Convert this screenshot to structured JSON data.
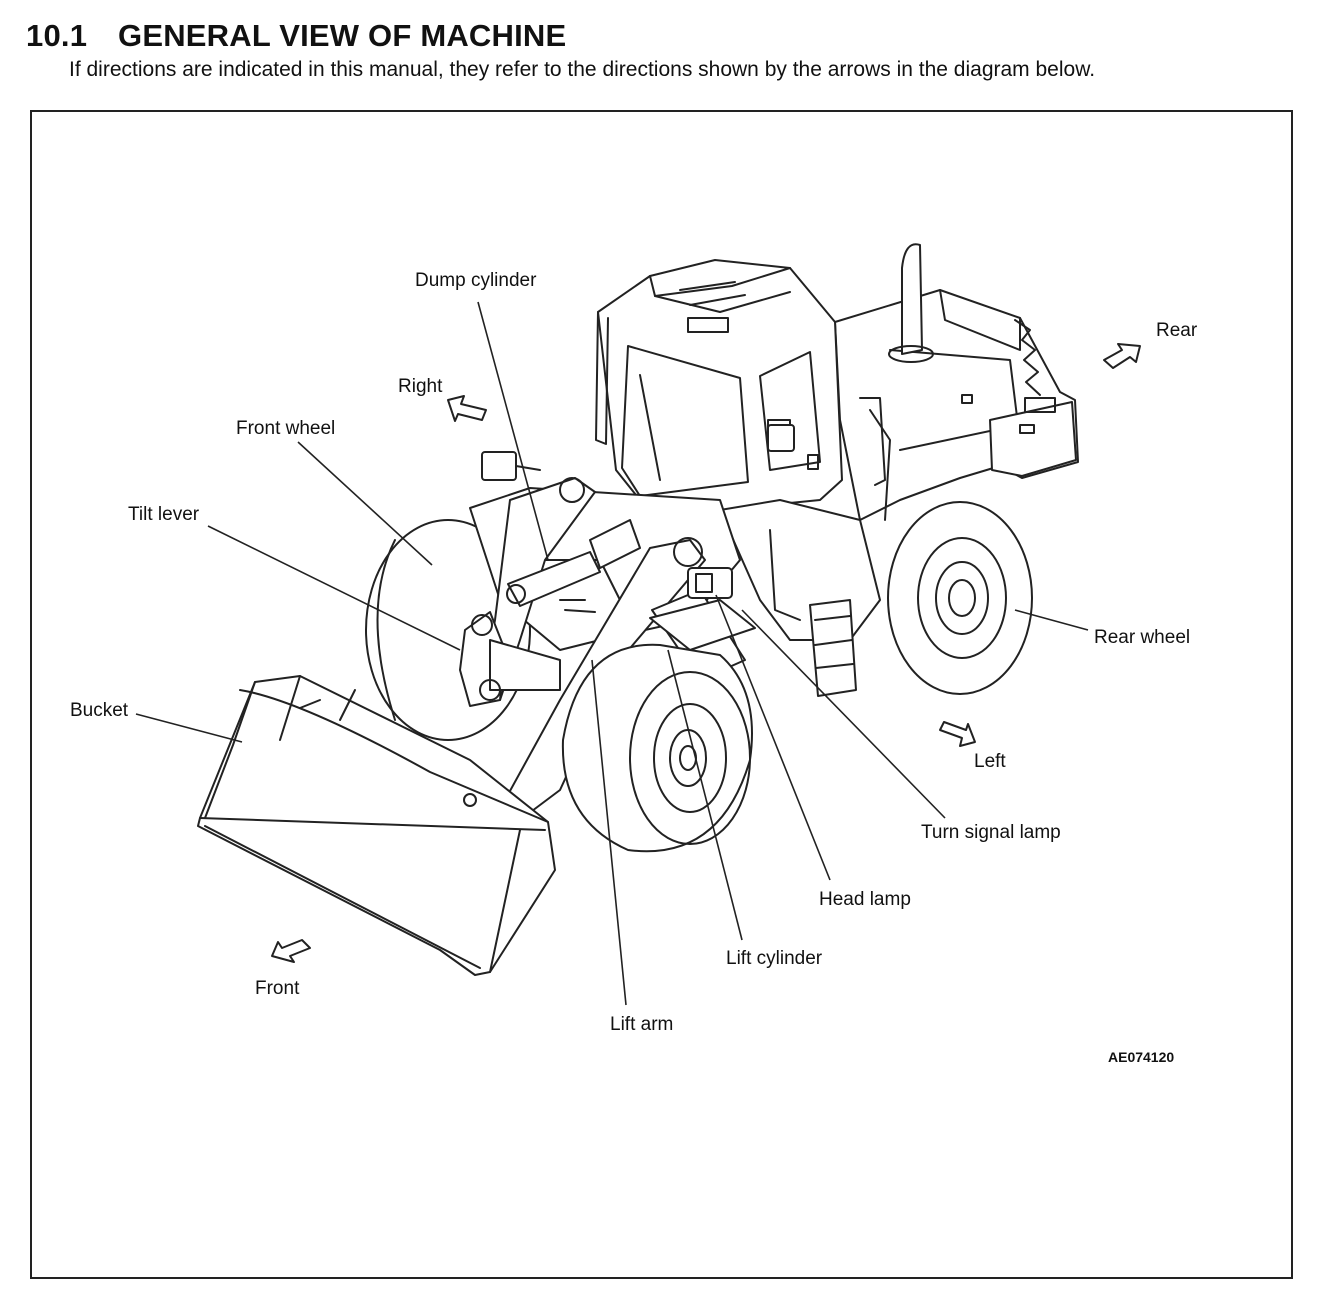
{
  "section": {
    "number": "10.1",
    "title": "GENERAL VIEW OF MACHINE",
    "intro": "If directions are indicated in this manual, they refer to the directions shown by the arrows in the diagram below."
  },
  "labels": {
    "dump_cylinder": "Dump cylinder",
    "right": "Right",
    "front_wheel": "Front wheel",
    "tilt_lever": "Tilt lever",
    "bucket": "Bucket",
    "rear": "Rear",
    "rear_wheel": "Rear wheel",
    "left": "Left",
    "turn_signal_lamp": "Turn signal lamp",
    "head_lamp": "Head lamp",
    "lift_cylinder": "Lift cylinder",
    "lift_arm": "Lift arm",
    "front": "Front"
  },
  "figure_code": "AE074120"
}
